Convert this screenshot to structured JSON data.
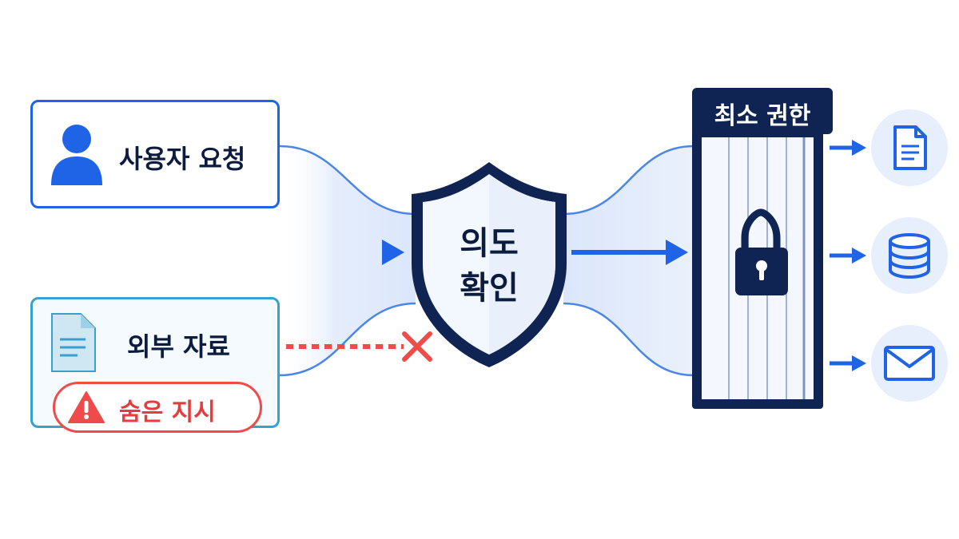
{
  "user_request": {
    "label": "사용자 요청",
    "icon": "user-icon"
  },
  "external_data": {
    "label": "외부 자료",
    "icon": "document-icon"
  },
  "hidden_instruction": {
    "label": "숨은 지시",
    "icon": "warning-icon"
  },
  "intent_check": {
    "line1": "의도",
    "line2": "확인",
    "icon": "shield-icon"
  },
  "least_privilege": {
    "label": "최소 권한",
    "icon": "lock-icon"
  },
  "outputs": [
    {
      "icon": "file-icon"
    },
    {
      "icon": "database-icon"
    },
    {
      "icon": "mail-icon"
    }
  ],
  "blocked_marker": {
    "icon": "x-icon"
  },
  "colors": {
    "primary_blue": "#1f63e6",
    "navy": "#0f2453",
    "teal_border": "#3aa0cf",
    "danger": "#ef4b4b",
    "soft_blue": "#e7effc"
  }
}
